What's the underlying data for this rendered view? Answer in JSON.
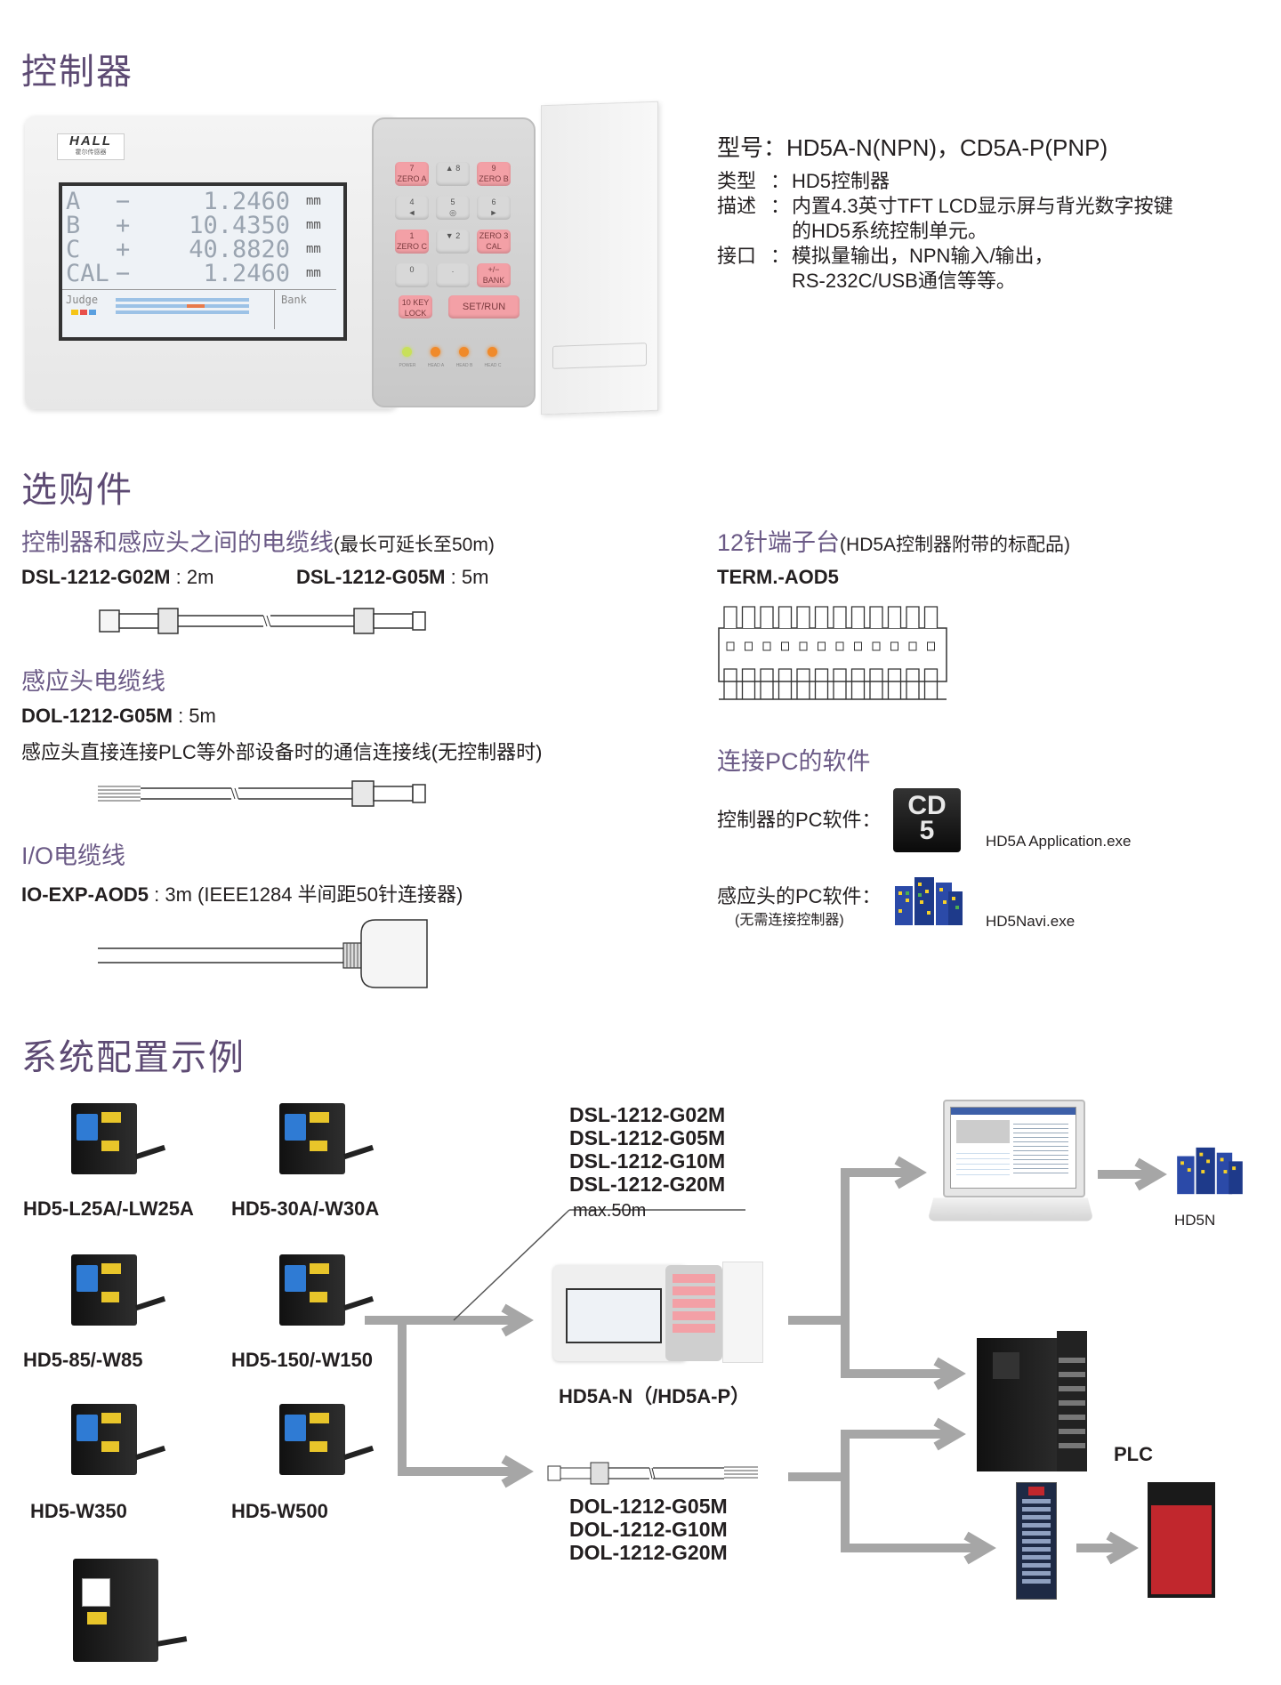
{
  "sections": {
    "controller": "控制器",
    "options": "选购件",
    "system": "系统配置示例"
  },
  "controller": {
    "brand": "HALL",
    "brand_sub": "霍尔传感器",
    "model_line": "型号：HD5A-N(NPN)，CD5A-P(PNP)",
    "specs": [
      {
        "label": "类型",
        "lines": [
          "HD5控制器"
        ]
      },
      {
        "label": "描述",
        "lines": [
          "内置4.3英寸TFT LCD显示屏与背光数字按键",
          "的HD5系统控制单元。"
        ]
      },
      {
        "label": "接口",
        "lines": [
          "模拟量输出，NPN输入/输出，",
          "RS-232C/USB通信等等。"
        ]
      }
    ],
    "lcd_rows": [
      {
        "ch": "A",
        "sign": "−",
        "value": "1.2460",
        "unit": "mm"
      },
      {
        "ch": "B",
        "sign": "+",
        "value": "10.4350",
        "unit": "mm"
      },
      {
        "ch": "C",
        "sign": "+",
        "value": "40.8820",
        "unit": "mm"
      },
      {
        "ch": "CAL",
        "sign": "−",
        "value": "1.2460",
        "unit": "mm"
      }
    ],
    "lcd_judge": "Judge",
    "lcd_bank": "Bank",
    "keys": [
      {
        "label": "7\nZERO A"
      },
      {
        "label": "▲ 8"
      },
      {
        "label": "9\nZERO B"
      },
      {
        "label": "4\n◄"
      },
      {
        "label": "5\n◎"
      },
      {
        "label": "6\n►"
      },
      {
        "label": "1\nZERO C"
      },
      {
        "label": "▼ 2"
      },
      {
        "label": "ZERO 3\nCAL"
      },
      {
        "label": "0"
      },
      {
        "label": "."
      },
      {
        "label": "+/−\nBANK"
      }
    ],
    "key_lock": "10 KEY\nLOCK",
    "set_run": "SET/RUN",
    "leds": [
      "POWER",
      "HEAD A",
      "HEAD B",
      "HEAD C"
    ]
  },
  "options": {
    "cable1_title": "控制器和感应头之间的电缆线",
    "cable1_note": "(最长可延长至50m)",
    "cable1_parts": [
      {
        "pn": "DSL-1212-G02M",
        "len": " : 2m"
      },
      {
        "pn": "DSL-1212-G05M",
        "len": " : 5m"
      }
    ],
    "cable2_title": "感应头电缆线",
    "cable2_pn": "DOL-1212-G05M",
    "cable2_len": " : 5m",
    "cable2_desc": "感应头直接连接PLC等外部设备时的通信连接线(无控制器时)",
    "cable3_title": "I/O电缆线",
    "cable3_pn": "IO-EXP-AOD5",
    "cable3_desc": " : 3m (IEEE1284 半间距50针连接器)",
    "terminal_title": "12针端子台",
    "terminal_note": "(HD5A控制器附带的标配品)",
    "terminal_pn": "TERM.-AOD5",
    "software_title": "连接PC的软件",
    "sw_controller_label": "控制器的PC软件：",
    "sw_controller_icon": "CD\n5",
    "sw_controller_exe": "HD5A Application.exe",
    "sw_head_label": "感应头的PC软件：",
    "sw_head_sub": "(无需连接控制器)",
    "sw_head_exe": "HD5Navi.exe"
  },
  "system": {
    "sensors": [
      "HD5-L25A/-LW25A",
      "HD5-30A/-W30A",
      "HD5-85/-W85",
      "HD5-150/-W150",
      "HD5-W350",
      "HD5-W500"
    ],
    "dsl_parts": [
      "DSL-1212-G02M",
      "DSL-1212-G05M",
      "DSL-1212-G10M",
      "DSL-1212-G20M"
    ],
    "max_len": "max.50m",
    "controller_caption": "HD5A-N（/HD5A-P）",
    "dol_parts": [
      "DOL-1212-G05M",
      "DOL-1212-G10M",
      "DOL-1212-G20M"
    ],
    "hd5n": "HD5N",
    "plc": "PLC"
  },
  "colors": {
    "heading": "#5d4a73",
    "arrow": "#a6a6a6",
    "key_pink": "#f3a0a6",
    "plc_red": "#c1272d"
  }
}
